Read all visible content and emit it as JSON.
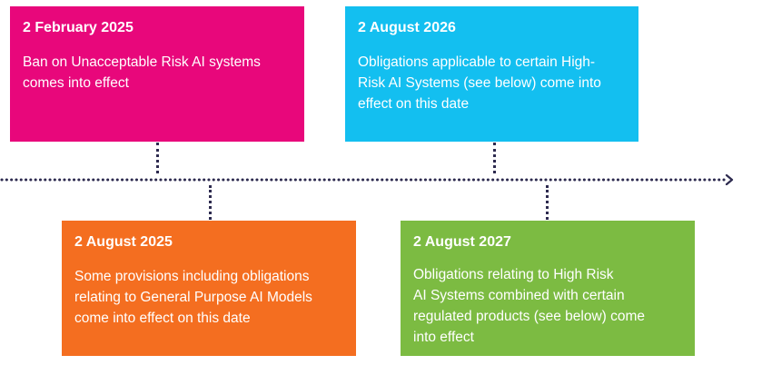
{
  "colors": {
    "card1": "#e8077b",
    "card2": "#13bff0",
    "card3": "#f46e20",
    "card4": "#7cbb42",
    "timeline": "#2d2a4f"
  },
  "milestones": [
    {
      "date": "2 February 2025",
      "lines": [
        "Ban on Unacceptable Risk AI systems",
        "comes into effect"
      ]
    },
    {
      "date": "2 August 2026",
      "lines": [
        "Obligations applicable to certain High-",
        "Risk AI Systems (see below) come into",
        "effect on this date"
      ]
    },
    {
      "date": "2 August 2025",
      "lines": [
        "Some provisions including obligations",
        "relating to General Purpose AI Models",
        "come into effect on this date"
      ]
    },
    {
      "date": "2 August 2027",
      "lines": [
        "Obligations relating to High Risk",
        "AI Systems combined with certain",
        "regulated products (see below) come",
        "into effect"
      ]
    }
  ],
  "timeline_icon": "chevron-right-arrow"
}
